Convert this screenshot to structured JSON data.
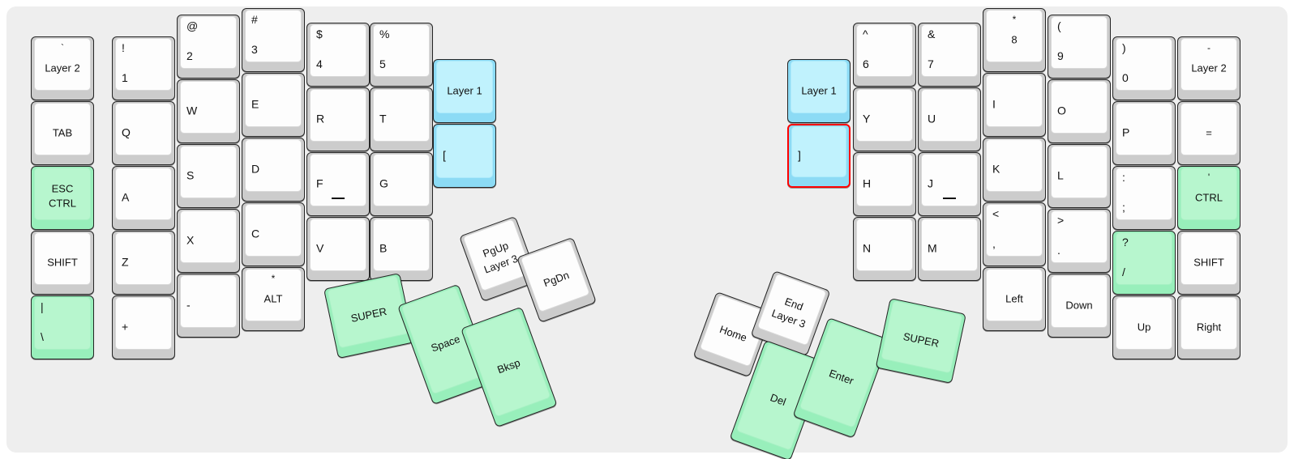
{
  "meta": {
    "title": "Split ergonomic keyboard layout",
    "background_color": "#eeeeee",
    "key_color_default": "#cccccc",
    "key_color_green": "#98efbb",
    "key_color_blue": "#8cdbf5",
    "selection_color": "#ff0000"
  },
  "left_half": {
    "name": "left-keyboard-half",
    "columns": [
      {
        "name": "pinky-outer",
        "keys": [
          {
            "top": "`",
            "main": "Layer 2",
            "color": "default",
            "selected": false
          },
          {
            "top": "",
            "main": "TAB",
            "color": "default",
            "selected": false
          },
          {
            "top": "",
            "main": "ESC\nCTRL",
            "color": "green",
            "selected": false
          },
          {
            "top": "",
            "main": "SHIFT",
            "color": "default",
            "selected": false
          },
          {
            "top": "|",
            "main": "\\",
            "color": "green",
            "selected": false
          }
        ]
      },
      {
        "name": "pinky",
        "keys": [
          {
            "top": "!",
            "main": "1",
            "color": "default",
            "selected": false
          },
          {
            "top": "",
            "main": "Q",
            "color": "default",
            "selected": false
          },
          {
            "top": "",
            "main": "A",
            "color": "default",
            "selected": false
          },
          {
            "top": "",
            "main": "Z",
            "color": "default",
            "selected": false
          },
          {
            "top": "",
            "main": "+",
            "color": "default",
            "selected": false
          }
        ]
      },
      {
        "name": "ring",
        "keys": [
          {
            "top": "@",
            "main": "2",
            "color": "default",
            "selected": false
          },
          {
            "top": "",
            "main": "W",
            "color": "default",
            "selected": false
          },
          {
            "top": "",
            "main": "S",
            "color": "default",
            "selected": false
          },
          {
            "top": "",
            "main": "X",
            "color": "default",
            "selected": false
          },
          {
            "top": "",
            "main": "-",
            "color": "default",
            "selected": false
          }
        ]
      },
      {
        "name": "middle",
        "keys": [
          {
            "top": "#",
            "main": "3",
            "color": "default",
            "selected": false
          },
          {
            "top": "",
            "main": "E",
            "color": "default",
            "selected": false
          },
          {
            "top": "",
            "main": "D",
            "color": "default",
            "selected": false
          },
          {
            "top": "",
            "main": "C",
            "color": "default",
            "selected": false
          },
          {
            "top": "*",
            "main": "ALT",
            "color": "default",
            "selected": false
          }
        ]
      },
      {
        "name": "index",
        "keys": [
          {
            "top": "$",
            "main": "4",
            "color": "default",
            "selected": false
          },
          {
            "top": "",
            "main": "R",
            "color": "default",
            "selected": false
          },
          {
            "top": "",
            "main": "F",
            "color": "default",
            "selected": false,
            "homing": true
          },
          {
            "top": "",
            "main": "V",
            "color": "default",
            "selected": false
          }
        ]
      },
      {
        "name": "index-inner",
        "keys": [
          {
            "top": "%",
            "main": "5",
            "color": "default",
            "selected": false
          },
          {
            "top": "",
            "main": "T",
            "color": "default",
            "selected": false
          },
          {
            "top": "",
            "main": "G",
            "color": "default",
            "selected": false
          },
          {
            "top": "",
            "main": "B",
            "color": "default",
            "selected": false
          }
        ]
      },
      {
        "name": "thumb-column",
        "keys": [
          {
            "top": "",
            "main": "Layer 1",
            "color": "blue",
            "selected": false
          },
          {
            "top": "",
            "main": "[",
            "color": "blue",
            "selected": false
          }
        ]
      }
    ],
    "thumb_cluster": [
      {
        "name": "super",
        "main": "SUPER",
        "color": "green",
        "selected": false
      },
      {
        "name": "pgup",
        "main": "PgUp\nLayer 3",
        "color": "default",
        "selected": false
      },
      {
        "name": "pgdn",
        "main": "PgDn",
        "color": "default",
        "selected": false
      },
      {
        "name": "space",
        "main": "Space",
        "color": "green",
        "selected": false
      },
      {
        "name": "bksp",
        "main": "Bksp",
        "color": "green",
        "selected": false
      }
    ]
  },
  "right_half": {
    "name": "right-keyboard-half",
    "columns": [
      {
        "name": "thumb-column",
        "keys": [
          {
            "top": "",
            "main": "Layer 1",
            "color": "blue",
            "selected": false
          },
          {
            "top": "",
            "main": "]",
            "color": "blue",
            "selected": true
          }
        ]
      },
      {
        "name": "index-inner",
        "keys": [
          {
            "top": "^",
            "main": "6",
            "color": "default",
            "selected": false
          },
          {
            "top": "",
            "main": "Y",
            "color": "default",
            "selected": false
          },
          {
            "top": "",
            "main": "H",
            "color": "default",
            "selected": false
          },
          {
            "top": "",
            "main": "N",
            "color": "default",
            "selected": false
          }
        ]
      },
      {
        "name": "index",
        "keys": [
          {
            "top": "&",
            "main": "7",
            "color": "default",
            "selected": false
          },
          {
            "top": "",
            "main": "U",
            "color": "default",
            "selected": false
          },
          {
            "top": "",
            "main": "J",
            "color": "default",
            "selected": false,
            "homing": true
          },
          {
            "top": "",
            "main": "M",
            "color": "default",
            "selected": false
          }
        ]
      },
      {
        "name": "middle",
        "keys": [
          {
            "top": "*",
            "main": "8",
            "color": "default",
            "selected": false
          },
          {
            "top": "",
            "main": "I",
            "color": "default",
            "selected": false
          },
          {
            "top": "",
            "main": "K",
            "color": "default",
            "selected": false
          },
          {
            "top": "<",
            "main": ",",
            "color": "default",
            "selected": false
          },
          {
            "top": "",
            "main": "Left",
            "color": "default",
            "selected": false
          }
        ]
      },
      {
        "name": "ring",
        "keys": [
          {
            "top": "(",
            "main": "9",
            "color": "default",
            "selected": false
          },
          {
            "top": "",
            "main": "O",
            "color": "default",
            "selected": false
          },
          {
            "top": "",
            "main": "L",
            "color": "default",
            "selected": false
          },
          {
            "top": ">",
            "main": ".",
            "color": "default",
            "selected": false
          },
          {
            "top": "",
            "main": "Down",
            "color": "default",
            "selected": false
          }
        ]
      },
      {
        "name": "pinky",
        "keys": [
          {
            "top": ")",
            "main": "0",
            "color": "default",
            "selected": false
          },
          {
            "top": "",
            "main": "P",
            "color": "default",
            "selected": false
          },
          {
            "top": ":",
            "main": ";",
            "color": "default",
            "selected": false
          },
          {
            "top": "?",
            "main": "/",
            "color": "green",
            "selected": false
          },
          {
            "top": "",
            "main": "Up",
            "color": "default",
            "selected": false
          }
        ]
      },
      {
        "name": "pinky-outer",
        "keys": [
          {
            "top": "-",
            "main": "Layer 2",
            "color": "default",
            "selected": false
          },
          {
            "top": "",
            "main": "=",
            "color": "default",
            "selected": false
          },
          {
            "top": "'",
            "main": "CTRL",
            "color": "green",
            "selected": false
          },
          {
            "top": "",
            "main": "SHIFT",
            "color": "default",
            "selected": false
          },
          {
            "top": "",
            "main": "Right",
            "color": "default",
            "selected": false
          }
        ]
      }
    ],
    "thumb_cluster": [
      {
        "name": "home",
        "main": "Home",
        "color": "default",
        "selected": false
      },
      {
        "name": "end",
        "main": "End\nLayer 3",
        "color": "default",
        "selected": false
      },
      {
        "name": "del",
        "main": "Del",
        "color": "green",
        "selected": false
      },
      {
        "name": "enter",
        "main": "Enter",
        "color": "green",
        "selected": false
      },
      {
        "name": "super",
        "main": "SUPER",
        "color": "green",
        "selected": false
      }
    ]
  }
}
